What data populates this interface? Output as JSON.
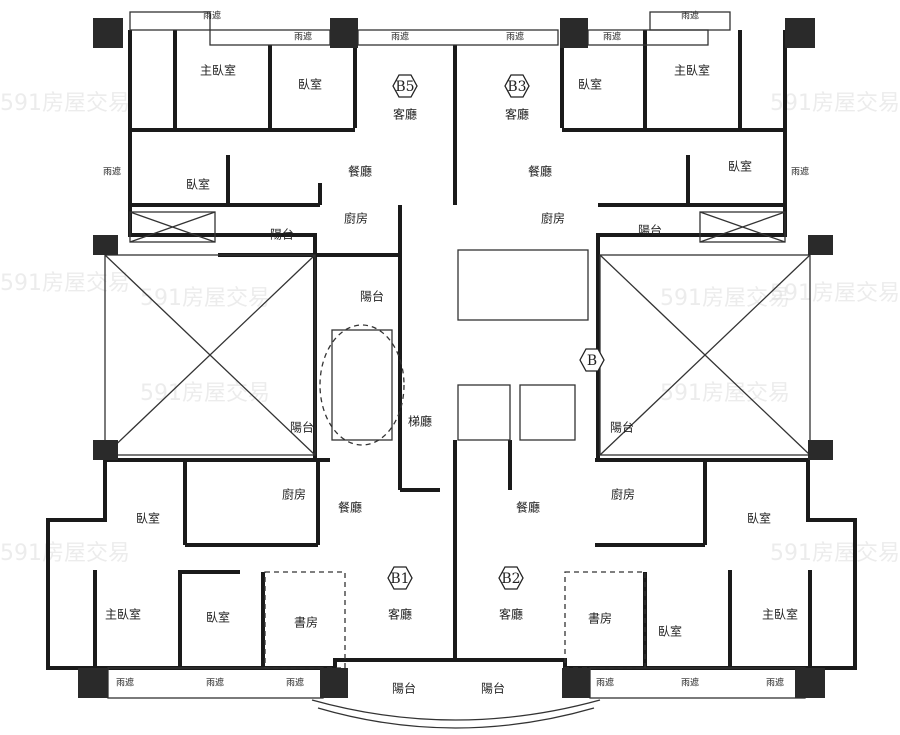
{
  "watermark": "591房屋交易",
  "units": {
    "b5": "B5",
    "b3": "B3",
    "b1": "B1",
    "b2": "B2",
    "b": "B"
  },
  "labels": {
    "canopy": "雨遮",
    "master_bedroom": "主臥室",
    "bedroom": "臥室",
    "living_room": "客廳",
    "dining_room": "餐廳",
    "kitchen": "廚房",
    "balcony": "陽台",
    "study": "書房",
    "elevator_lobby": "梯廳"
  }
}
